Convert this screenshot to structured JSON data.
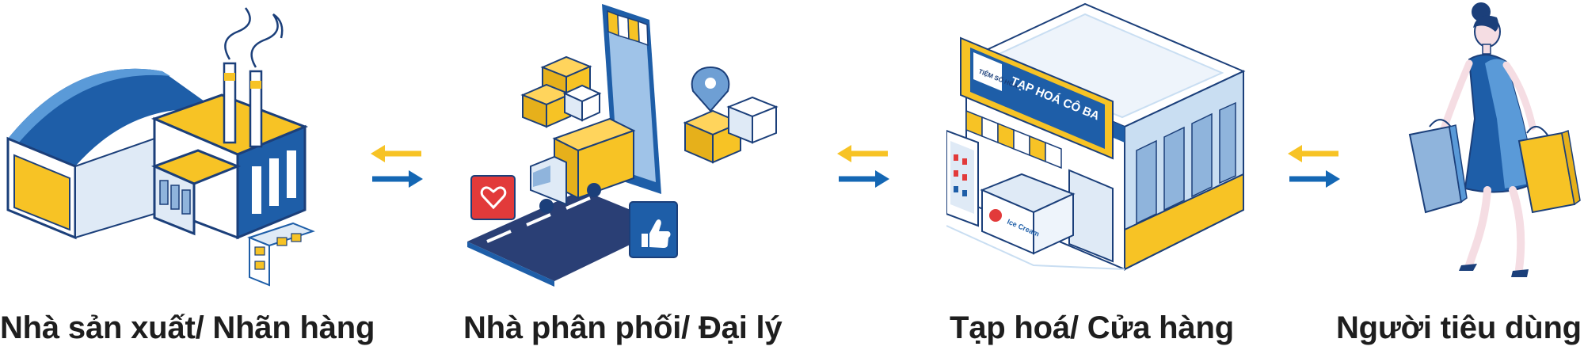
{
  "steps": [
    {
      "label": "Nhà sản xuất/ Nhãn hàng",
      "icon": "factory-icon"
    },
    {
      "label": "Nhà phân phối/ Đại lý",
      "icon": "distribution-icon"
    },
    {
      "label": "Tạp hoá/ Cửa hàng",
      "icon": "grocery-store-icon"
    },
    {
      "label": "Người tiêu dùng",
      "icon": "shopper-icon"
    }
  ],
  "store_sign": {
    "name": "TẠP HOÁ CÔ BA",
    "tag": "TIỆM SỐ HÓA",
    "freezer_brand": "Ice Cream"
  },
  "colors": {
    "yellow": "#f7c325",
    "blue": "#1467b4",
    "navy": "#1b3f7a",
    "light_blue": "#c9def2",
    "red": "#e23a3a"
  }
}
